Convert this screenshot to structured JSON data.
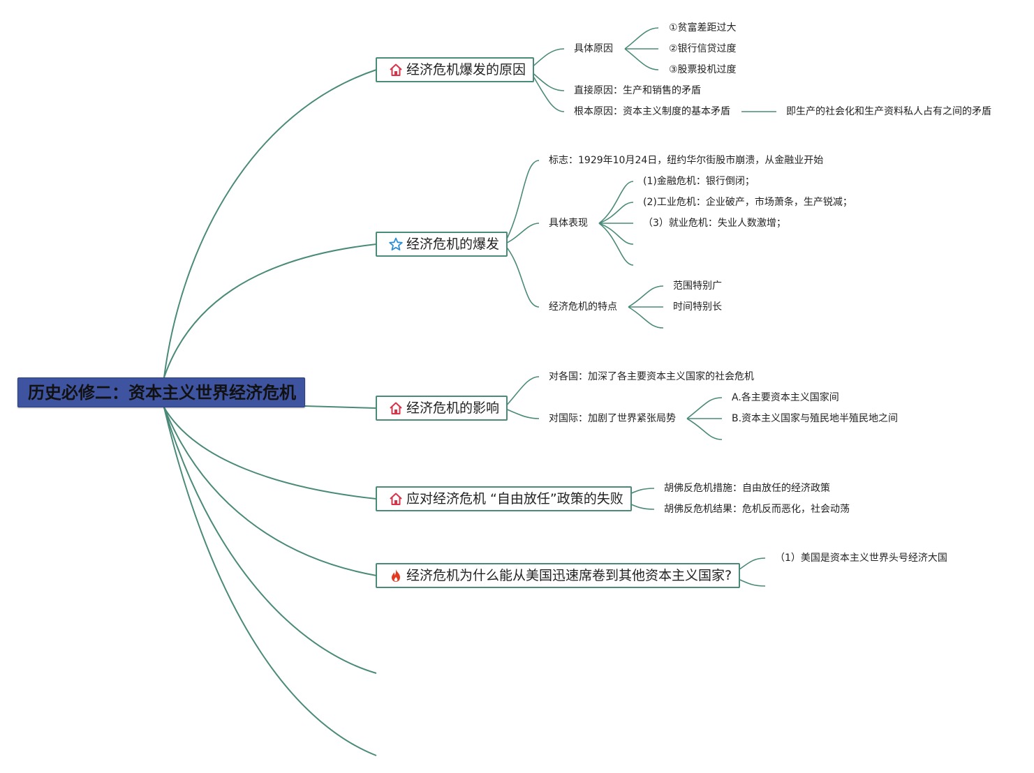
{
  "root": {
    "label": "历史必修二：资本主义世界经济危机"
  },
  "branches": [
    {
      "label": "经济危机爆发的原因",
      "icon": "house-icon",
      "items": {
        "specific_cause": "具体原因",
        "specific_list": [
          "①贫富差距过大",
          "②银行信贷过度",
          "③股票投机过度"
        ],
        "direct_cause": "直接原因：生产和销售的矛盾",
        "fundamental_cause": "根本原因：资本主义制度的基本矛盾",
        "fundamental_detail": "即生产的社会化和生产资料私人占有之间的矛盾"
      }
    },
    {
      "label": "经济危机的爆发",
      "icon": "star-icon",
      "items": {
        "sign": "标志：1929年10月24日，纽约华尔街股市崩溃，从金融业开始",
        "manifestation": "具体表现",
        "manifestation_list": [
          "(1)金融危机：银行倒闭；",
          "(2)工业危机：企业破产，市场萧条，生产锐减；",
          "（3）就业危机：失业人数激增；"
        ],
        "features": "经济危机的特点",
        "features_list": [
          "范围特别广",
          "时间特别长"
        ]
      }
    },
    {
      "label": "经济危机的影响",
      "icon": "house-icon",
      "items": {
        "domestic": "对各国：加深了各主要资本主义国家的社会危机",
        "international": "对国际：加剧了世界紧张局势",
        "international_list": [
          "A.各主要资本主义国家间",
          "B.资本主义国家与殖民地半殖民地之间"
        ]
      }
    },
    {
      "label": "应对经济危机 “自由放任”政策的失败",
      "icon": "house-icon",
      "items": {
        "measure": "胡佛反危机措施：自由放任的经济政策",
        "result": "胡佛反危机结果：危机反而恶化，社会动荡"
      }
    },
    {
      "label": "经济危机为什么能从美国迅速席卷到其他资本主义国家?",
      "icon": "fire-icon",
      "items": {
        "reason1": "（1）美国是资本主义世界头号经济大国"
      }
    }
  ],
  "colors": {
    "root_fill": "#3f54a0",
    "line": "#4a8a78",
    "house_icon": "#d9334a",
    "star_icon": "#2a8fd6",
    "fire_icon": "#e33a1f"
  }
}
